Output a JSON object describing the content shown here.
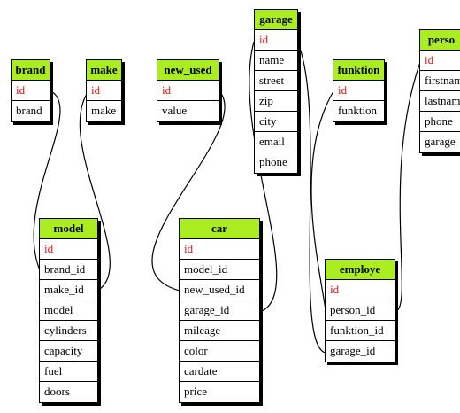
{
  "colors": {
    "header": "#aaee22",
    "primary_key": "#ee1111",
    "border": "#000000"
  },
  "tables": [
    {
      "name": "brand",
      "fields": [
        "id",
        "brand"
      ]
    },
    {
      "name": "make",
      "fields": [
        "id",
        "make"
      ]
    },
    {
      "name": "new_used",
      "fields": [
        "id",
        "value"
      ]
    },
    {
      "name": "garage",
      "fields": [
        "id",
        "name",
        "street",
        "zip",
        "city",
        "email",
        "phone"
      ]
    },
    {
      "name": "funktion",
      "fields": [
        "id",
        "funktion"
      ]
    },
    {
      "name": "perso",
      "fields": [
        "id",
        "firstnam",
        "lastnam",
        "phone",
        "garage"
      ]
    },
    {
      "name": "model",
      "fields": [
        "id",
        "brand_id",
        "make_id",
        "model",
        "cylinders",
        "capacity",
        "fuel",
        "doors"
      ]
    },
    {
      "name": "car",
      "fields": [
        "id",
        "model_id",
        "new_used_id",
        "garage_id",
        "mileage",
        "color",
        "cardate",
        "price"
      ]
    },
    {
      "name": "employe",
      "fields": [
        "id",
        "person_id",
        "funktion_id",
        "garage_id"
      ]
    }
  ]
}
